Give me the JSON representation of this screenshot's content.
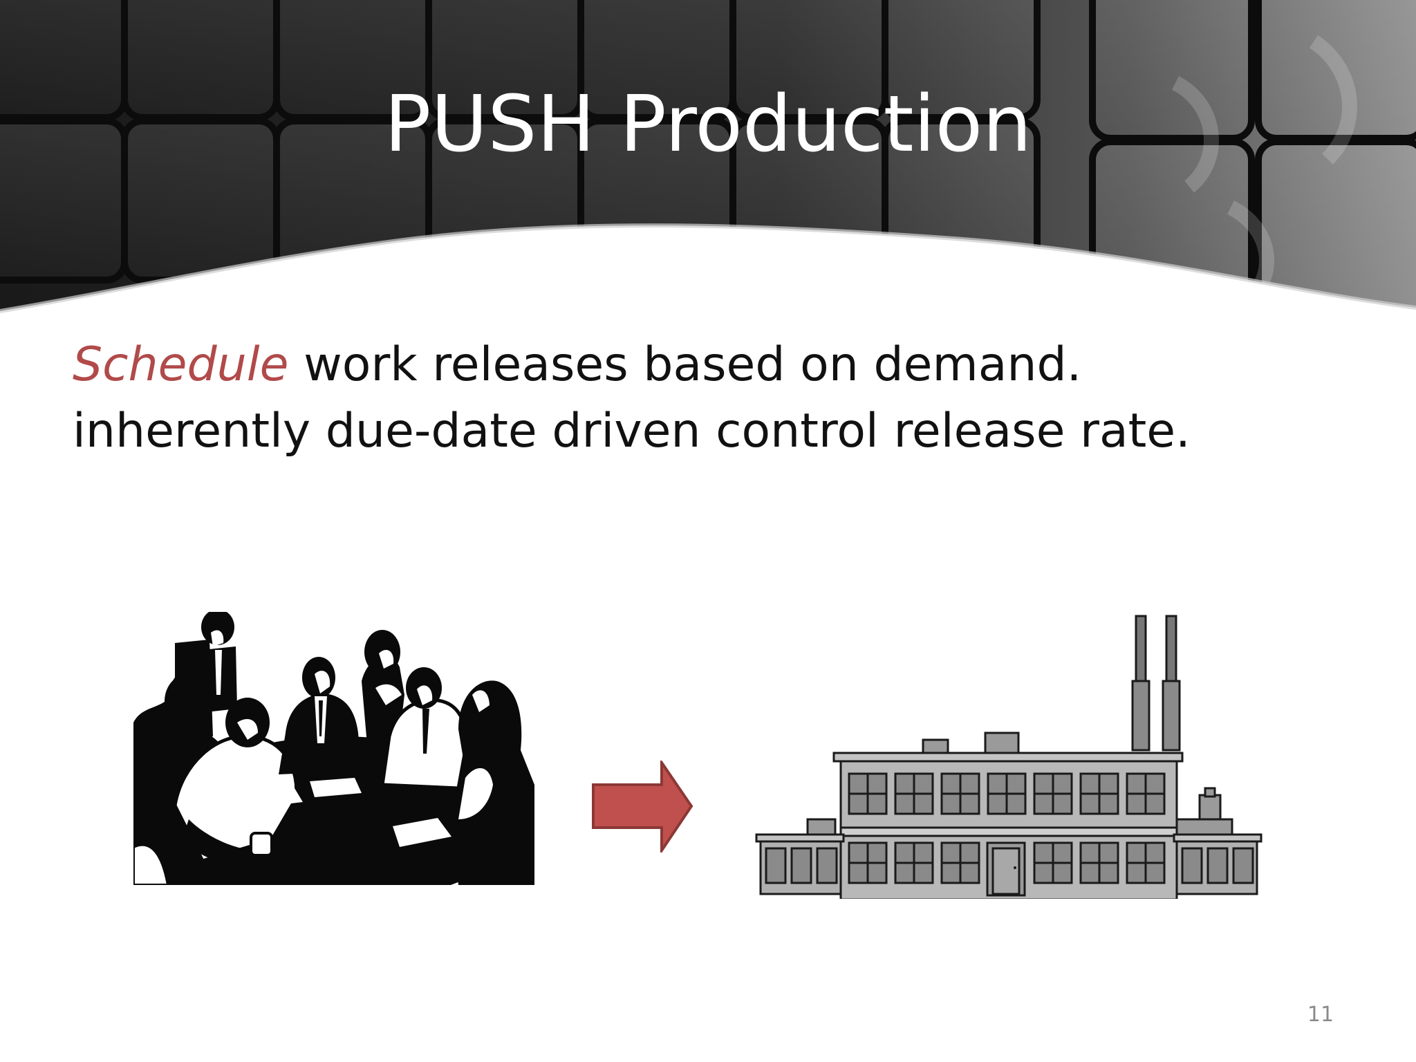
{
  "slide": {
    "title": "PUSH Production",
    "line1": {
      "emphasis": "Schedule",
      "rest": " work releases based on demand."
    },
    "line2": "inherently due-date driven control release rate.",
    "page_number": "11"
  },
  "colors": {
    "accent": "#b14a4a",
    "header_dark": "#1e1e1e",
    "text": "#111111",
    "factory_gray": "#9a9a9a"
  },
  "icons": {
    "meeting": "business-meeting-illustration",
    "arrow": "right-arrow-icon",
    "factory": "factory-icon"
  }
}
